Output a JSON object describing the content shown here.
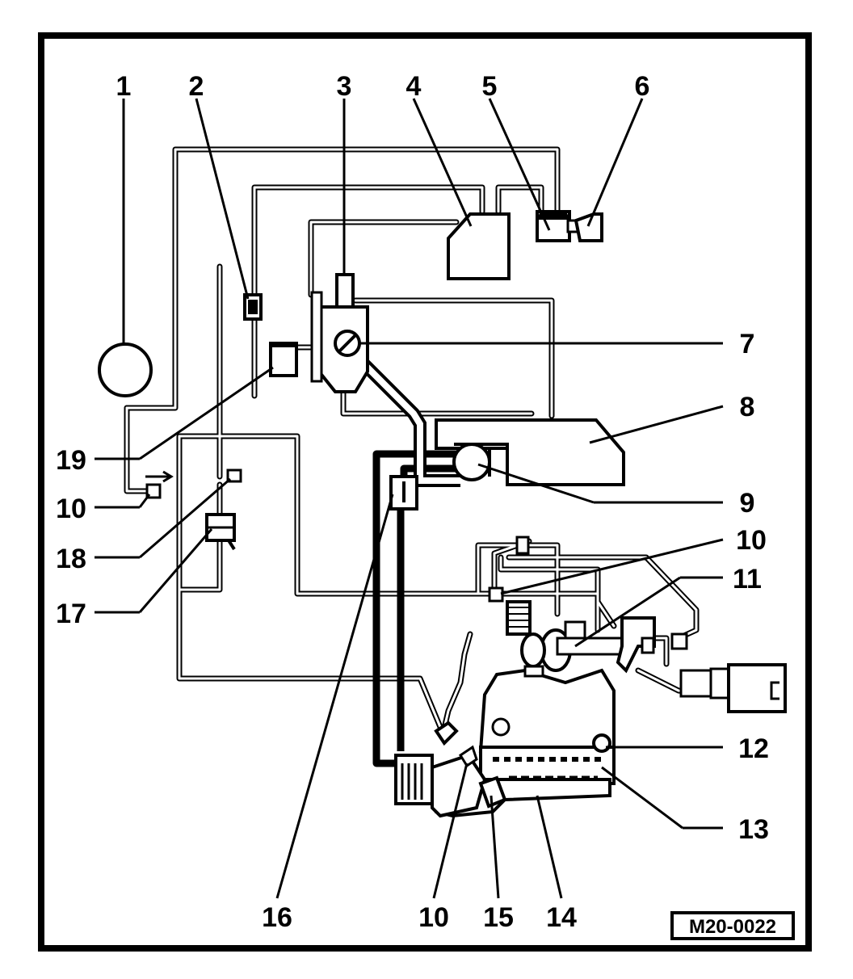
{
  "diagram": {
    "callouts": {
      "c1": "1",
      "c2": "2",
      "c3": "3",
      "c4": "4",
      "c5": "5",
      "c6": "6",
      "c7": "7",
      "c8": "8",
      "c9": "9",
      "c10a": "10",
      "c11": "11",
      "c12": "12",
      "c13": "13",
      "c14": "14",
      "c15": "15",
      "c16": "16",
      "c10b": "10",
      "c17": "17",
      "c18": "18",
      "c10c": "10",
      "c19": "19"
    },
    "reference_code": "M20-0022"
  }
}
